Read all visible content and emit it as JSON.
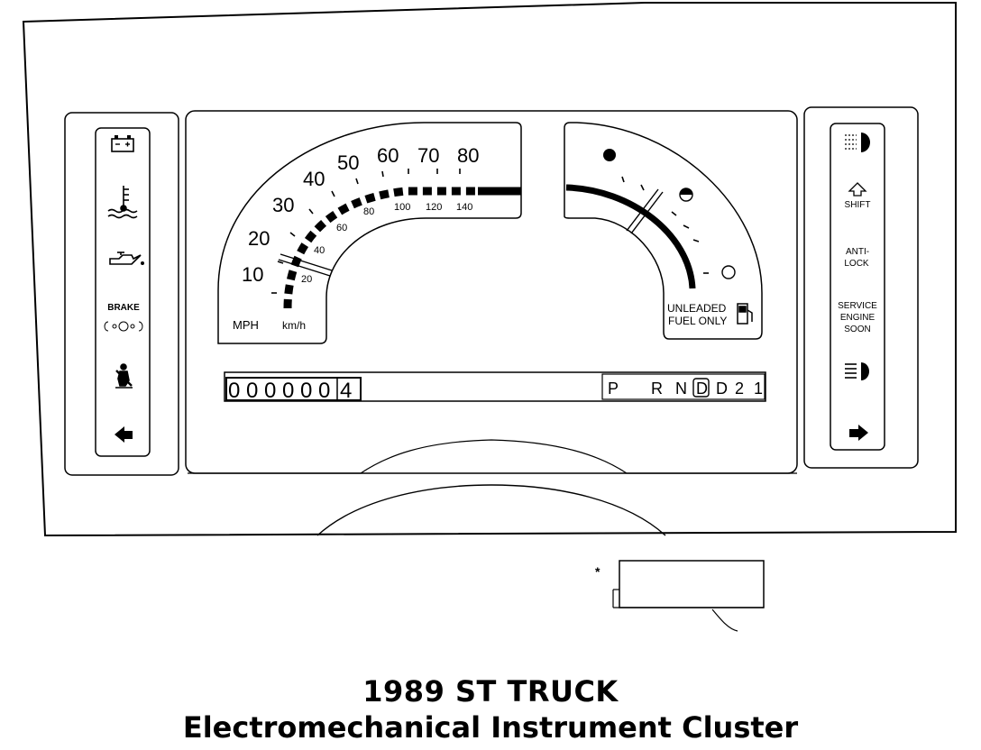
{
  "diagram": {
    "title": "1989 ST TRUCK",
    "subtitle": "Electromechanical Instrument Cluster"
  },
  "speedometer": {
    "mph_labels": [
      "10",
      "20",
      "30",
      "40",
      "50",
      "60",
      "70",
      "80"
    ],
    "kmh_labels": [
      "20",
      "40",
      "60",
      "80",
      "100",
      "120",
      "140"
    ],
    "unit_mph": "MPH",
    "unit_kmh": "km/h"
  },
  "fuel_gauge": {
    "label_line1": "UNLEADED",
    "label_line2": "FUEL ONLY",
    "icon": "fuel-pump-icon"
  },
  "odometer": {
    "digits": [
      "0",
      "0",
      "0",
      "0",
      "0",
      "0"
    ],
    "tenths": "4"
  },
  "prndl": {
    "positions": [
      "P",
      "R",
      "N",
      "D",
      "D",
      "2",
      "1"
    ],
    "selected": "D"
  },
  "left_telltales": [
    {
      "icon": "battery-icon"
    },
    {
      "icon": "coolant-temperature-icon"
    },
    {
      "icon": "oil-can-icon"
    },
    {
      "icon": "brake-icon",
      "label": "BRAKE"
    },
    {
      "icon": "seatbelt-icon"
    },
    {
      "icon": "left-turn-arrow-icon"
    }
  ],
  "right_telltales": [
    {
      "icon": "fog-lamp-icon"
    },
    {
      "icon": "upshift-icon",
      "label": "SHIFT"
    },
    {
      "icon": "anti-lock-icon",
      "label_line1": "ANTI-",
      "label_line2": "LOCK"
    },
    {
      "icon": "service-engine-icon",
      "label_line1": "SERVICE",
      "label_line2": "ENGINE",
      "label_line3": "SOON"
    },
    {
      "icon": "high-beam-icon"
    },
    {
      "icon": "right-turn-arrow-icon"
    }
  ],
  "footnote": {
    "marker": "*"
  }
}
